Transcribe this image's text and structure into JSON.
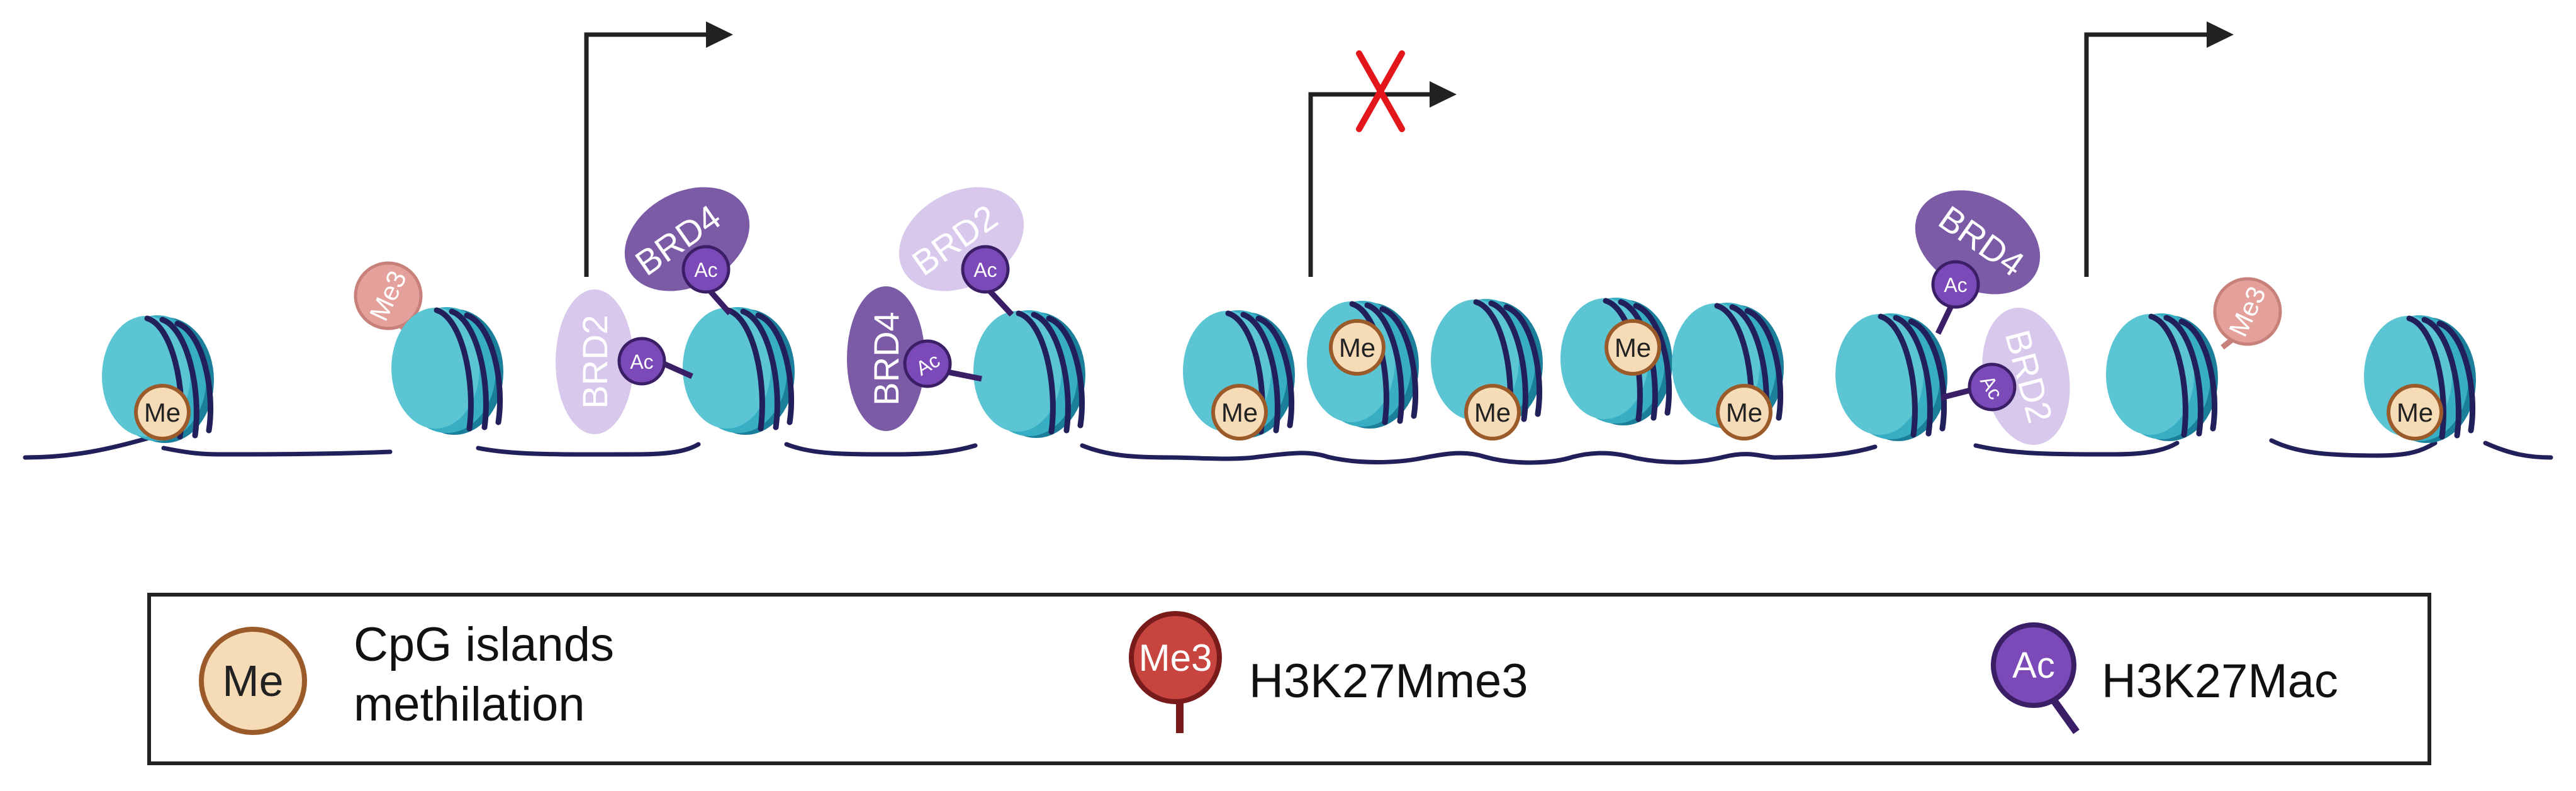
{
  "colors": {
    "dna": "#22205a",
    "nucleosome_light": "#5cc5d3",
    "nucleosome_mid": "#37aec3",
    "nucleosome_dark": "#1b7f9c",
    "me_fill": "#f6dcb6",
    "me_stroke": "#9a5a2a",
    "me3_fill": "#c8443f",
    "me3_stroke": "#7a1b1b",
    "me3_faded_fill": "#e4a19c",
    "me3_faded_stroke": "#c8807a",
    "ac_fill": "#7b4ab8",
    "ac_stroke": "#3b1f66",
    "brd4": "#7b5aa6",
    "brd2": "#d8c8ec",
    "arrow": "#222222",
    "block_x": "#e3161c"
  },
  "marks": {
    "me": "Me",
    "me3": "Me3",
    "ac": "Ac"
  },
  "proteins": {
    "brd4": "BRD4",
    "brd2": "BRD2"
  },
  "legend": {
    "items": [
      {
        "icon": "me-mark-icon",
        "label_line1": "CpG islands",
        "label_line2": "methilation"
      },
      {
        "icon": "me3-pin-icon",
        "label": "H3K27Mme3"
      },
      {
        "icon": "ac-pin-icon",
        "label": "H3K27Mac"
      }
    ]
  }
}
